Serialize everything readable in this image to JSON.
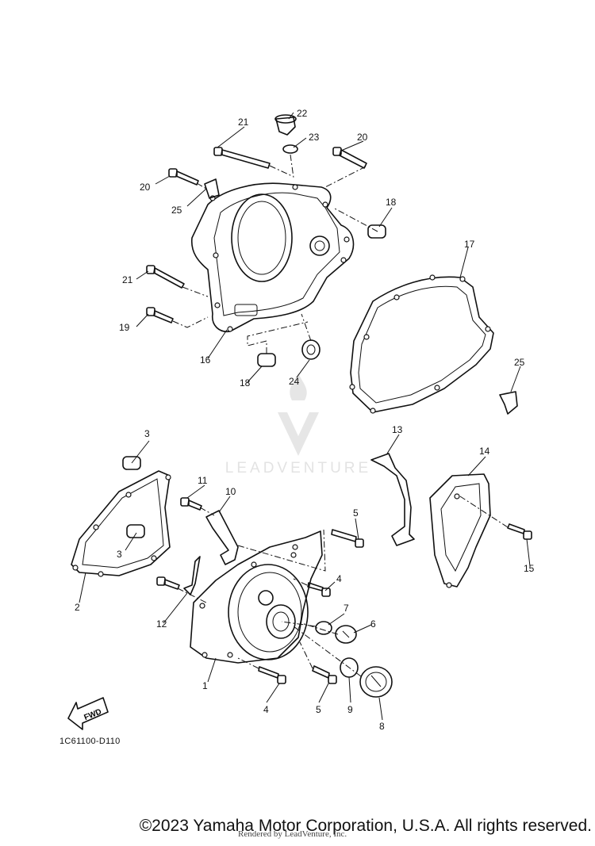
{
  "diagram": {
    "code": "1C61100-D110",
    "fwd_label": "FWD",
    "watermark_text": "LEADVENTURE",
    "copyright": "©2023 Yamaha Motor Corporation, U.S.A. All rights reserved.",
    "rendered_by": "Rendered by LeadVenture, Inc.",
    "callouts": [
      "1",
      "2",
      "3",
      "3",
      "4",
      "4",
      "5",
      "5",
      "6",
      "7",
      "8",
      "9",
      "10",
      "11",
      "12",
      "13",
      "14",
      "15",
      "16",
      "17",
      "18",
      "18",
      "19",
      "20",
      "20",
      "21",
      "21",
      "22",
      "23",
      "24",
      "25",
      "25"
    ]
  }
}
